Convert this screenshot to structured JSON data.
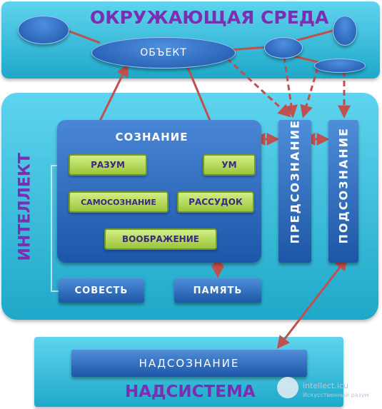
{
  "environment": {
    "title": "ОКРУЖАЮЩАЯ СРЕДА",
    "object_label": "ОБЪЕКТ"
  },
  "intellect": {
    "title": "ИНТЕЛЛЕКТ"
  },
  "consciousness": {
    "title": "СОЗНАНИЕ",
    "reason": "РАЗУМ",
    "mind": "УМ",
    "self_awareness": "САМОСОЗНАНИЕ",
    "judgment": "РАССУДОК",
    "imagination": "ВООБРАЖЕНИЕ"
  },
  "conscience": "СОВЕСТЬ",
  "memory": "ПАМЯТЬ",
  "preconscious": "ПРЕДСОЗНАНИЕ",
  "subconscious": "ПОДСОЗНАНИЕ",
  "superconscious": "НАДСОЗНАНИЕ",
  "supersystem": {
    "title": "НАДСИСТЕМА"
  },
  "watermark": {
    "site": "intellect.icu",
    "tagline": "Искусственный разум"
  },
  "colors": {
    "cyan_panel": "#2fb9d8",
    "blue_box": "#2a67b8",
    "green_box": "#b5d95a",
    "arrow": "#c0504d",
    "title_purple": "#7a2fb2"
  }
}
